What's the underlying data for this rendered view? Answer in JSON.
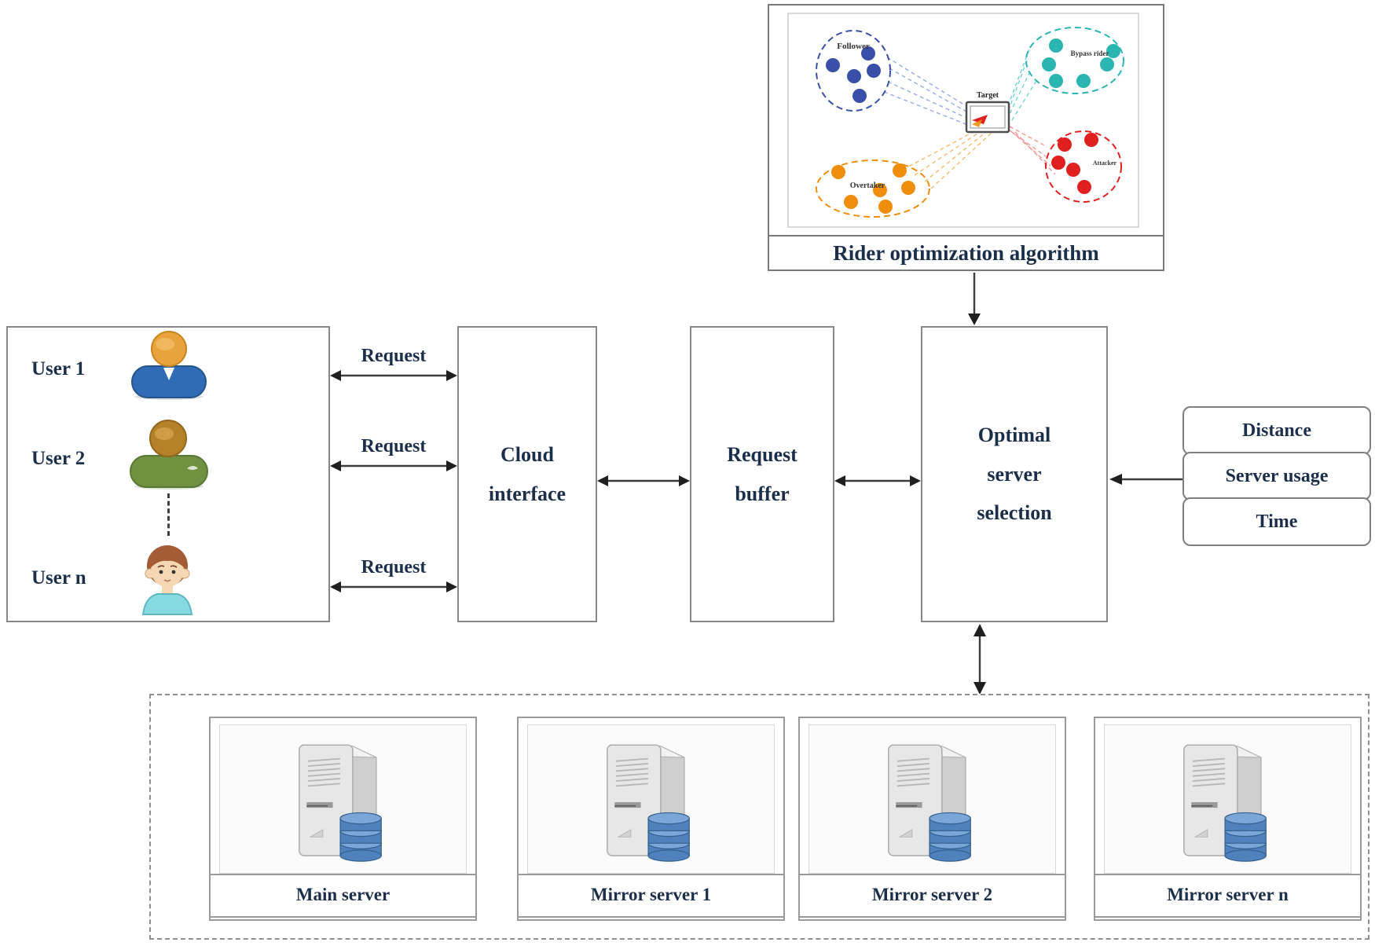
{
  "rider": {
    "title": "Rider optimization algorithm",
    "target_label": "Target",
    "clusters": [
      {
        "name": "Follower",
        "color": "#3a50a8"
      },
      {
        "name": "Bypass rider",
        "color": "#2ab5b1"
      },
      {
        "name": "Overtaker",
        "color": "#ef8d0d"
      },
      {
        "name": "Attacker",
        "color": "#e01f1f"
      }
    ]
  },
  "users": [
    {
      "label": "User 1"
    },
    {
      "label": "User 2"
    },
    {
      "label": "User n"
    }
  ],
  "request_labels": [
    "Request",
    "Request",
    "Request"
  ],
  "flow": {
    "cloud_interface": "Cloud interface",
    "request_buffer": "Request buffer",
    "optimal_server_selection": "Optimal server selection"
  },
  "criteria": [
    {
      "label": "Distance"
    },
    {
      "label": "Server usage"
    },
    {
      "label": "Time"
    }
  ],
  "servers": [
    {
      "label": "Main server"
    },
    {
      "label": "Mirror server 1"
    },
    {
      "label": "Mirror server 2"
    },
    {
      "label": "Mirror server n"
    }
  ],
  "colors": {
    "box_border": "#878787",
    "text": "#1c2f4a",
    "arrow": "#3d3d3d",
    "server_disk": "#4f81bd"
  }
}
